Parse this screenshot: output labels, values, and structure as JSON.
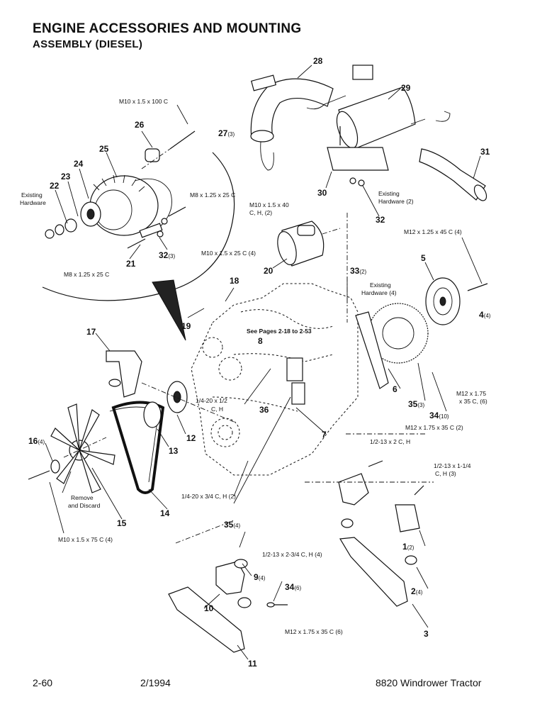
{
  "header": {
    "title": "ENGINE ACCESSORIES AND MOUNTING",
    "subtitle": "ASSEMBLY (DIESEL)"
  },
  "footer": {
    "page_number": "2-60",
    "date": "2/1994",
    "model": "8820 Windrower Tractor"
  },
  "callouts": [
    {
      "num": "1",
      "qty": "(2)"
    },
    {
      "num": "2",
      "qty": "(4)"
    },
    {
      "num": "3",
      "qty": ""
    },
    {
      "num": "4",
      "qty": "(4)"
    },
    {
      "num": "5",
      "qty": ""
    },
    {
      "num": "6",
      "qty": ""
    },
    {
      "num": "7",
      "qty": ""
    },
    {
      "num": "8",
      "qty": ""
    },
    {
      "num": "9",
      "qty": "(4)"
    },
    {
      "num": "10",
      "qty": ""
    },
    {
      "num": "11",
      "qty": ""
    },
    {
      "num": "12",
      "qty": ""
    },
    {
      "num": "13",
      "qty": ""
    },
    {
      "num": "14",
      "qty": ""
    },
    {
      "num": "15",
      "qty": ""
    },
    {
      "num": "16",
      "qty": "(4)"
    },
    {
      "num": "17",
      "qty": ""
    },
    {
      "num": "18",
      "qty": ""
    },
    {
      "num": "19",
      "qty": ""
    },
    {
      "num": "20",
      "qty": ""
    },
    {
      "num": "21",
      "qty": ""
    },
    {
      "num": "22",
      "qty": ""
    },
    {
      "num": "23",
      "qty": ""
    },
    {
      "num": "24",
      "qty": ""
    },
    {
      "num": "25",
      "qty": ""
    },
    {
      "num": "26",
      "qty": ""
    },
    {
      "num": "27",
      "qty": "(3)"
    },
    {
      "num": "28",
      "qty": ""
    },
    {
      "num": "29",
      "qty": ""
    },
    {
      "num": "30",
      "qty": ""
    },
    {
      "num": "31",
      "qty": ""
    },
    {
      "num": "32",
      "qty": ""
    },
    {
      "num": "32",
      "qty": "(3)"
    },
    {
      "num": "33",
      "qty": "(2)"
    },
    {
      "num": "34",
      "qty": "(10)"
    },
    {
      "num": "34",
      "qty": "(6)"
    },
    {
      "num": "35",
      "qty": "(3)"
    },
    {
      "num": "35",
      "qty": "(4)"
    },
    {
      "num": "36",
      "qty": ""
    }
  ],
  "specs": [
    {
      "lines": [
        "M10 x 1.5 x 100 C"
      ]
    },
    {
      "lines": [
        "M8 x 1.25 x 25 C"
      ]
    },
    {
      "lines": [
        "M8 x 1.25 x 25 C"
      ]
    },
    {
      "lines": [
        "Existing",
        "Hardware"
      ]
    },
    {
      "lines": [
        "M10 x 1.5 x 40",
        "C, H, (2)"
      ]
    },
    {
      "lines": [
        "Existing",
        "Hardware (2)"
      ]
    },
    {
      "lines": [
        "M12 x 1.25 x 45 C (4)"
      ]
    },
    {
      "lines": [
        "M10 x 1.5 x 25 C (4)"
      ]
    },
    {
      "lines": [
        "Existing",
        "Hardware (4)"
      ]
    },
    {
      "lines": [
        "See Pages 2-18 to 2-53"
      ]
    },
    {
      "lines": [
        "M12 x 1.75",
        "x 35 C, (6)"
      ]
    },
    {
      "lines": [
        "M12 x 1.75 x 35 C  (2)"
      ]
    },
    {
      "lines": [
        "1/4-20 x 1/2",
        "C, H"
      ]
    },
    {
      "lines": [
        "1/2-13 x 2 C, H"
      ]
    },
    {
      "lines": [
        "1/2-13 x 1-1/4",
        "C, H (3)"
      ]
    },
    {
      "lines": [
        "1/4-20 x 3/4 C, H (2)"
      ]
    },
    {
      "lines": [
        "Remove",
        "and Discard"
      ]
    },
    {
      "lines": [
        "M10 x 1.5 x 75 C  (4)"
      ]
    },
    {
      "lines": [
        "1/2-13 x 2-3/4 C, H  (4)"
      ]
    },
    {
      "lines": [
        "M12 x 1.75 x 35 C  (6)"
      ]
    }
  ]
}
